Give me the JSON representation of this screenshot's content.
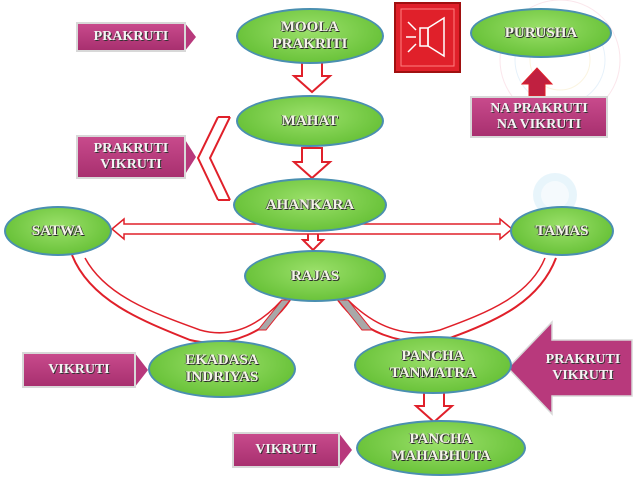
{
  "nodes": {
    "moola_prakriti": "MOOLA\nPRAKRITI",
    "purusha": "PURUSHA",
    "mahat": "MAHAT",
    "ahankara": "AHANKARA",
    "satwa": "SATWA",
    "tamas": "TAMAS",
    "rajas": "RAJAS",
    "ekadasa_indriyas": "EKADASA\nINDRIYAS",
    "pancha_tanmatra": "PANCHA\nTANMATRA",
    "pancha_mahabhuta": "PANCHA\nMAHABHUTA"
  },
  "tags": {
    "prakruti_top": "PRAKRUTI",
    "na_prakruti_na_vikruti": "NA PRAKRUTI\nNA VIKRUTI",
    "prakruti_vikruti_left": "PRAKRUTI\nVIKRUTI",
    "vikruti_left": "VIKRUTI",
    "prakruti_vikruti_right": "PRAKRUTI\nVIKRUTI",
    "vikruti_bottom": "VIKRUTI"
  },
  "icons": {
    "speaker": "speaker-icon"
  },
  "colors": {
    "oval_fill": "#6cc43c",
    "tag_fill": "#b8397c",
    "arrow_stroke": "#e0202a",
    "speaker_bg": "#e0202a"
  }
}
